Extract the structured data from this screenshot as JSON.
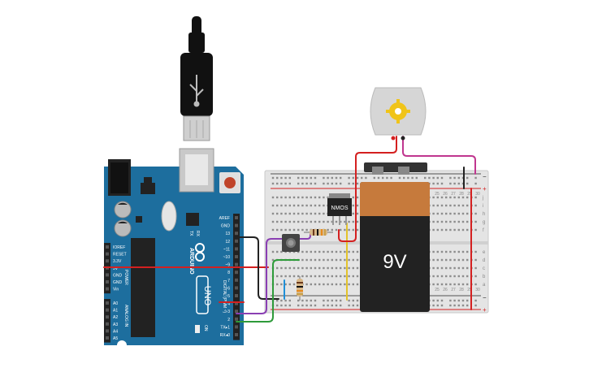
{
  "arduino": {
    "board_name": "UNO",
    "brand": "ARDUINO",
    "digital_header_label": "DIGITAL (PWM ~)",
    "power_header_label": "POWER",
    "analog_header_label": "ANALOG IN",
    "led_on_label": "ON",
    "led_tx_label": "TX",
    "led_rx_label": "RX",
    "digital_pins": [
      "AREF",
      "GND",
      "13",
      "12",
      "~11",
      "~10",
      "~9",
      "8",
      "7",
      "~6",
      "~5",
      "4",
      "~3",
      "2",
      "TX▸1",
      "RX◂0"
    ],
    "power_pins": [
      "IOREF",
      "RESET",
      "3.3V",
      "5V",
      "GND",
      "GND",
      "Vin"
    ],
    "analog_pins": [
      "A0",
      "A1",
      "A2",
      "A3",
      "A4",
      "A5"
    ]
  },
  "transistor": {
    "label": "NMOS"
  },
  "battery": {
    "label": "9V"
  },
  "breadboard": {
    "rail_plus": "+",
    "rail_minus": "−",
    "row_letters_top": [
      "j",
      "i",
      "h",
      "g",
      "f"
    ],
    "row_letters_bottom": [
      "e",
      "d",
      "c",
      "b",
      "a"
    ],
    "column_numbers": [
      "25",
      "26",
      "27",
      "28",
      "29",
      "30"
    ]
  },
  "colors": {
    "board_blue": "#1d6e9e",
    "breadboard": "#e4e4e4",
    "wire_red": "#d42020",
    "wire_black": "#222222",
    "wire_purple": "#8a3fb3",
    "wire_green": "#2e9b3a",
    "wire_magenta": "#c0368f",
    "wire_yellow": "#e3c32b",
    "wire_blue": "#1e8fd8",
    "battery_orange": "#c67a3c"
  }
}
